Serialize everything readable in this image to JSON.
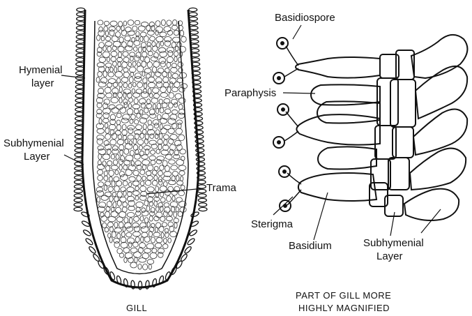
{
  "labels": {
    "hymenial_line1": "Hymenial",
    "hymenial_line2": "layer",
    "subhymenial_left_line1": "Subhymenial",
    "subhymenial_left_line2": "Layer",
    "trama": "Trama",
    "basidiospore": "Basidiospore",
    "paraphysis": "Paraphysis",
    "sterigma": "Sterigma",
    "basidium": "Basidium",
    "subhymenial_right_line1": "Subhymenial",
    "subhymenial_right_line2": "Layer"
  },
  "captions": {
    "gill": "GILL",
    "magnified_line1": "PART OF GILL MORE",
    "magnified_line2": "HIGHLY MAGNIFIED"
  }
}
